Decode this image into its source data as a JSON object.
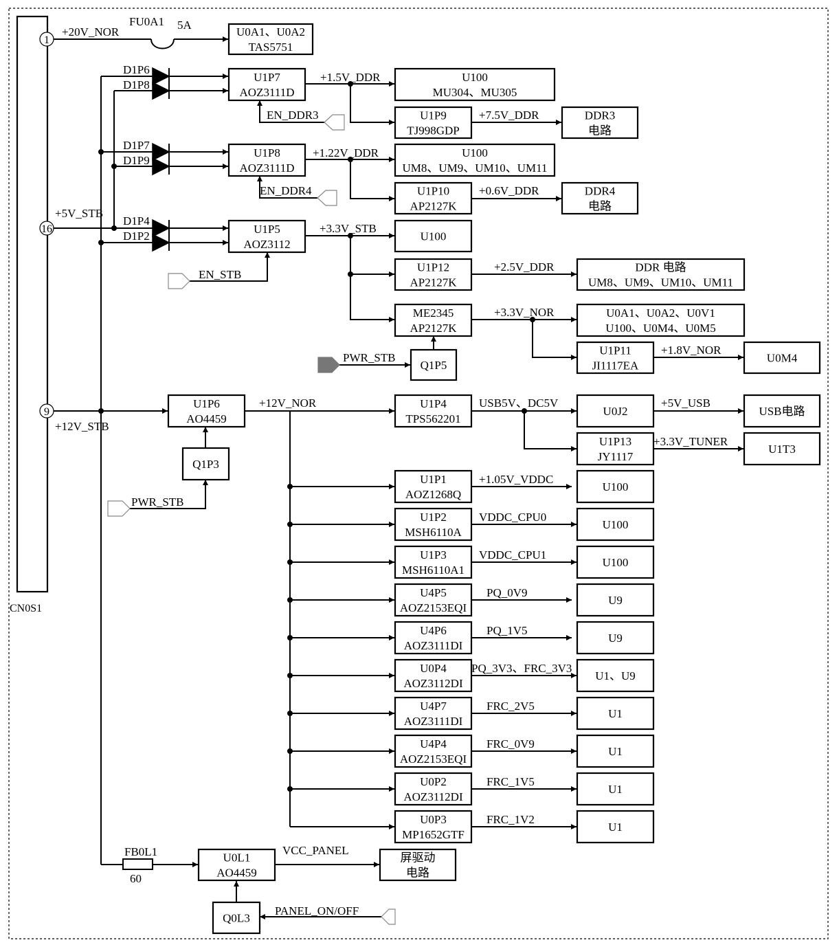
{
  "connector": {
    "name": "CN0S1",
    "pins": [
      {
        "num": "1",
        "net": "+20V_NOR"
      },
      {
        "num": "16",
        "net": "+5V_STB"
      },
      {
        "num": "9",
        "net": "+12V_STB"
      }
    ]
  },
  "fuse": {
    "name": "FU0A1",
    "rating": "5A"
  },
  "ferrite": {
    "name": "FB0L1",
    "value": "60"
  },
  "blocks": [
    {
      "id": "amp",
      "lines": [
        "U0A1、U0A2",
        "TAS5751"
      ]
    },
    {
      "id": "u1p7",
      "lines": [
        "U1P7",
        "AOZ3111D"
      ]
    },
    {
      "id": "u100-a",
      "lines": [
        "U100",
        "MU304、MU305"
      ]
    },
    {
      "id": "u1p9",
      "lines": [
        "U1P9",
        "TJ998GDP"
      ]
    },
    {
      "id": "ddr3",
      "lines": [
        "DDR3",
        "电路"
      ]
    },
    {
      "id": "u1p8",
      "lines": [
        "U1P8",
        "AOZ3111D"
      ]
    },
    {
      "id": "u100-b",
      "lines": [
        "U100",
        "UM8、UM9、UM10、UM11"
      ]
    },
    {
      "id": "u1p10",
      "lines": [
        "U1P10",
        "AP2127K"
      ]
    },
    {
      "id": "ddr4",
      "lines": [
        "DDR4",
        "电路"
      ]
    },
    {
      "id": "u1p5",
      "lines": [
        "U1P5",
        "AOZ3112"
      ]
    },
    {
      "id": "u100-c",
      "lines": [
        "U100"
      ]
    },
    {
      "id": "u1p12",
      "lines": [
        "U1P12",
        "AP2127K"
      ]
    },
    {
      "id": "ddr-circuit",
      "lines": [
        "DDR  电路",
        "UM8、UM9、UM10、UM11"
      ]
    },
    {
      "id": "me2345",
      "lines": [
        "ME2345",
        "AP2127K"
      ]
    },
    {
      "id": "nor-loads",
      "lines": [
        "U0A1、U0A2、U0V1",
        "U100、U0M4、U0M5"
      ]
    },
    {
      "id": "u1p11",
      "lines": [
        "U1P11",
        "JI1117EA"
      ]
    },
    {
      "id": "u0m4",
      "lines": [
        "U0M4"
      ]
    },
    {
      "id": "q1p5",
      "lines": [
        "Q1P5"
      ]
    },
    {
      "id": "u1p6",
      "lines": [
        "U1P6",
        "AO4459"
      ]
    },
    {
      "id": "q1p3",
      "lines": [
        "Q1P3"
      ]
    },
    {
      "id": "u1p4",
      "lines": [
        "U1P4",
        "TPS562201"
      ]
    },
    {
      "id": "u0j2",
      "lines": [
        "U0J2"
      ]
    },
    {
      "id": "usb",
      "lines": [
        "USB电路"
      ]
    },
    {
      "id": "u1p13",
      "lines": [
        "U1P13",
        "JY1117"
      ]
    },
    {
      "id": "u1t3",
      "lines": [
        "U1T3"
      ]
    },
    {
      "id": "u1p1",
      "lines": [
        "U1P1",
        "AOZ1268Q"
      ]
    },
    {
      "id": "l-u1p1",
      "lines": [
        "U100"
      ]
    },
    {
      "id": "u1p2",
      "lines": [
        "U1P2",
        "MSH6110A"
      ]
    },
    {
      "id": "l-u1p2",
      "lines": [
        "U100"
      ]
    },
    {
      "id": "u1p3",
      "lines": [
        "U1P3",
        "MSH6110A1"
      ]
    },
    {
      "id": "l-u1p3",
      "lines": [
        "U100"
      ]
    },
    {
      "id": "u4p5",
      "lines": [
        "U4P5",
        "AOZ2153EQI"
      ]
    },
    {
      "id": "l-u4p5",
      "lines": [
        "U9"
      ]
    },
    {
      "id": "u4p6",
      "lines": [
        "U4P6",
        "AOZ3111DI"
      ]
    },
    {
      "id": "l-u4p6",
      "lines": [
        "U9"
      ]
    },
    {
      "id": "u0p4",
      "lines": [
        "U0P4",
        "AOZ3112DI"
      ]
    },
    {
      "id": "l-u0p4",
      "lines": [
        "U1、U9"
      ]
    },
    {
      "id": "u4p7",
      "lines": [
        "U4P7",
        "AOZ3111DI"
      ]
    },
    {
      "id": "l-u4p7",
      "lines": [
        "U1"
      ]
    },
    {
      "id": "u4p4",
      "lines": [
        "U4P4",
        "AOZ2153EQI"
      ]
    },
    {
      "id": "l-u4p4",
      "lines": [
        "U1"
      ]
    },
    {
      "id": "u0p2",
      "lines": [
        "U0P2",
        "AOZ3112DI"
      ]
    },
    {
      "id": "l-u0p2",
      "lines": [
        "U1"
      ]
    },
    {
      "id": "u0p3",
      "lines": [
        "U0P3",
        "MP1652GTF"
      ]
    },
    {
      "id": "l-u0p3",
      "lines": [
        "U1"
      ]
    },
    {
      "id": "u0l1",
      "lines": [
        "U0L1",
        "AO4459"
      ]
    },
    {
      "id": "panel-drv",
      "lines": [
        "屏驱动",
        "电路"
      ]
    },
    {
      "id": "q0l3",
      "lines": [
        "Q0L3"
      ]
    }
  ],
  "diodes": [
    "D1P6",
    "D1P8",
    "D1P7",
    "D1P9",
    "D1P4",
    "D1P2"
  ],
  "nets": [
    {
      "id": "n20v",
      "text": "+20V_NOR"
    },
    {
      "id": "n5v",
      "text": "+5V_STB"
    },
    {
      "id": "n12v",
      "text": "+12V_STB"
    },
    {
      "id": "n15",
      "text": "+1.5V_DDR"
    },
    {
      "id": "n75",
      "text": "+7.5V_DDR"
    },
    {
      "id": "en3",
      "text": "EN_DDR3"
    },
    {
      "id": "n122",
      "text": "+1.22V_DDR"
    },
    {
      "id": "n06",
      "text": "+0.6V_DDR"
    },
    {
      "id": "en4",
      "text": "EN_DDR4"
    },
    {
      "id": "n33stb",
      "text": "+3.3V_STB"
    },
    {
      "id": "enstb",
      "text": "EN_STB"
    },
    {
      "id": "n25",
      "text": "+2.5V_DDR"
    },
    {
      "id": "n33nor",
      "text": "+3.3V_NOR"
    },
    {
      "id": "n18",
      "text": "+1.8V_NOR"
    },
    {
      "id": "pwr1",
      "text": "PWR_STB"
    },
    {
      "id": "n12nor",
      "text": "+12V_NOR"
    },
    {
      "id": "usb5",
      "text": "USB5V、DC5V"
    },
    {
      "id": "n5usb",
      "text": "+5V_USB"
    },
    {
      "id": "tuner",
      "text": "+3.3V_TUNER"
    },
    {
      "id": "pwr2",
      "text": "PWR_STB"
    },
    {
      "id": "vddc",
      "text": "+1.05V_VDDC"
    },
    {
      "id": "cpu0",
      "text": "VDDC_CPU0"
    },
    {
      "id": "cpu1",
      "text": "VDDC_CPU1"
    },
    {
      "id": "pq09",
      "text": "PQ_0V9"
    },
    {
      "id": "pq15",
      "text": "PQ_1V5"
    },
    {
      "id": "pq33",
      "text": "PQ_3V3、FRC_3V3"
    },
    {
      "id": "frc25",
      "text": "FRC_2V5"
    },
    {
      "id": "frc09",
      "text": "FRC_0V9"
    },
    {
      "id": "frc15",
      "text": "FRC_1V5"
    },
    {
      "id": "frc12",
      "text": "FRC_1V2"
    },
    {
      "id": "vccp",
      "text": "VCC_PANEL"
    },
    {
      "id": "panel",
      "text": "PANEL_ON/OFF"
    }
  ]
}
